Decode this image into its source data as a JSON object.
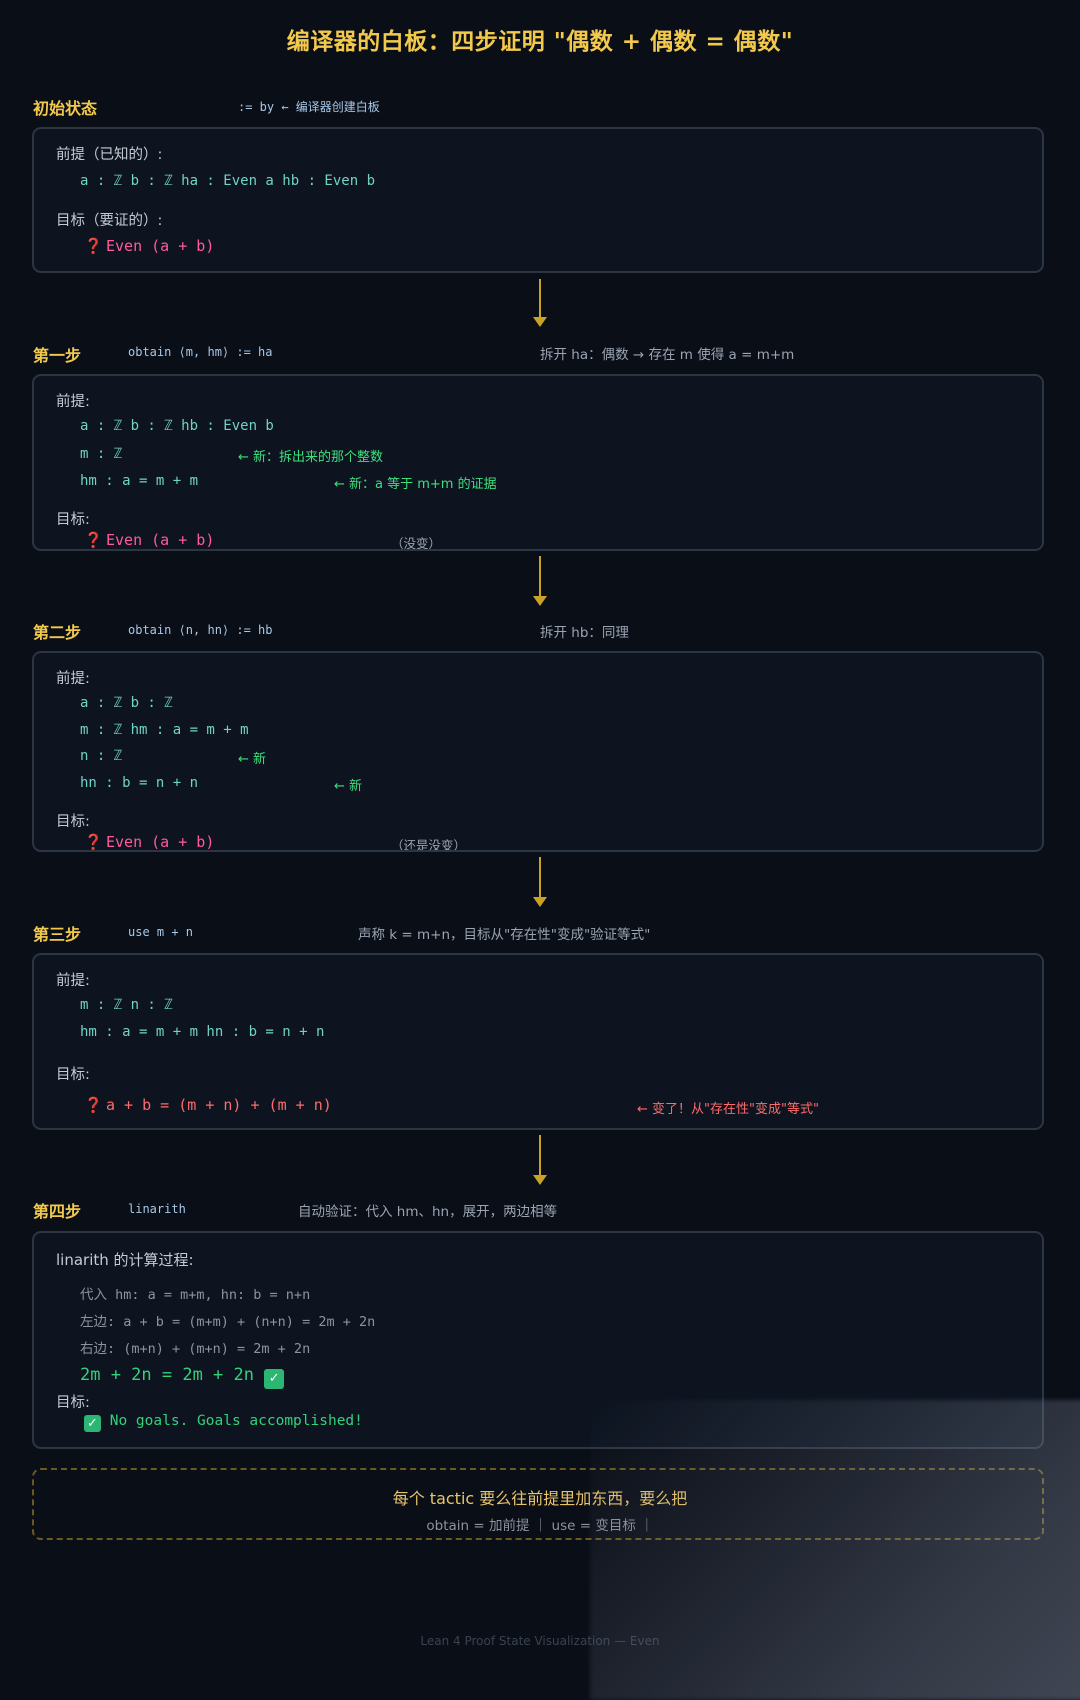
{
  "title": "编译器的白板：四步证明 \"偶数 + 偶数 = 偶数\"",
  "init": {
    "label": "初始状态",
    "code": ":= by ← 编译器创建白板",
    "premise_header": "前提（已知的）:",
    "hyps": "a : ℤ b : ℤ ha : Even a hb : Even b",
    "goal_header": "目标（要证的）:",
    "goal_mark": "❓",
    "goal": "Even (a + b)"
  },
  "step1": {
    "label": "第一步",
    "code": "obtain ⟨m, hm⟩ := ha",
    "desc": "拆开 ha：偶数 → 存在 m 使得 a = m+m",
    "premise_header": "前提:",
    "hyp1": "a : ℤ b : ℤ hb : Even b",
    "hyp2": "m : ℤ",
    "note2": "← 新：拆出来的那个整数",
    "hyp3": "hm : a = m + m",
    "note3": "← 新：a 等于 m+m 的证据",
    "goal_header": "目标:",
    "goal_mark": "❓",
    "goal": "Even (a + b)",
    "goal_note": "（没变）"
  },
  "step2": {
    "label": "第二步",
    "code": "obtain ⟨n, hn⟩ := hb",
    "desc": "拆开 hb：同理",
    "premise_header": "前提:",
    "hyp1": "a : ℤ b : ℤ",
    "hyp2": "m : ℤ hm : a = m + m",
    "hyp3": "n : ℤ",
    "note3": "← 新",
    "hyp4": "hn : b = n + n",
    "note4": "← 新",
    "goal_header": "目标:",
    "goal_mark": "❓",
    "goal": "Even (a + b)",
    "goal_note": "（还是没变）"
  },
  "step3": {
    "label": "第三步",
    "code": "use m + n",
    "desc": "声称 k = m+n，目标从\"存在性\"变成\"验证等式\"",
    "premise_header": "前提:",
    "hyp1": "m : ℤ n : ℤ",
    "hyp2": "hm : a = m + m hn : b = n + n",
    "goal_header": "目标:",
    "goal_mark": "❓",
    "goal": "a + b = (m + n) + (m + n)",
    "goal_note": "← 变了！从\"存在性\"变成\"等式\""
  },
  "step4": {
    "label": "第四步",
    "code": "linarith",
    "desc": "自动验证：代入 hm、hn，展开，两边相等",
    "calc_header": "linarith 的计算过程:",
    "calc1": "代入 hm: a = m+m, hn: b = n+n",
    "calc2": "左边: a + b = (m+m) + (n+n) = 2m + 2n",
    "calc3": "右边: (m+n) + (m+n) = 2m + 2n",
    "result": "2m + 2n = 2m + 2n",
    "check_mark": "✓",
    "goal_header": "目标:",
    "goal": "No goals. Goals accomplished!"
  },
  "summary": {
    "main": "每个 tactic 要么往前提里加东西，要么把",
    "sub": "obtain = 加前提 ｜ use = 变目标 ｜"
  },
  "footer": "Lean 4 Proof State Visualization — Even",
  "colors": {
    "accent": "#f2c94c",
    "hyp": "#6fd3c6",
    "goal": "#ff5a9a",
    "new_note": "#3ee07c",
    "changed": "#ff6b6b",
    "arrow": "#c9a227"
  }
}
